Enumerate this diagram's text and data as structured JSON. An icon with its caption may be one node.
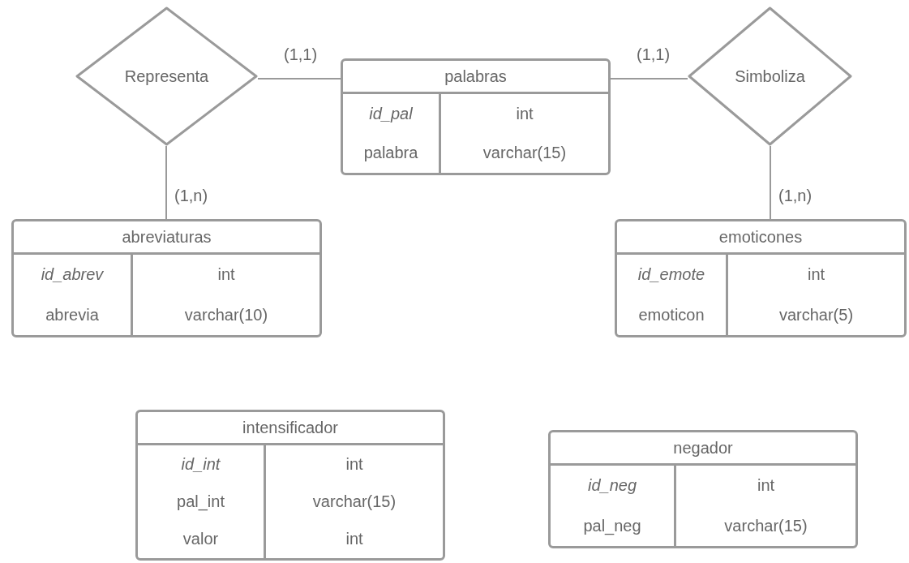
{
  "diagram": {
    "nodes": [
      {
        "text": [
          "Representa"
        ]
      },
      {
        "text": [
          "palabras",
          "id_pal",
          "int",
          "palabra",
          "varchar(15)"
        ]
      },
      {
        "text": [
          "Simboliza"
        ]
      },
      {
        "text": [
          "abreviaturas",
          "id_abrev",
          "int",
          "abrevia",
          "varchar(10)"
        ]
      },
      {
        "text": [
          "emoticones",
          "id_emote",
          "int",
          "emoticon",
          "varchar(5)"
        ]
      },
      {
        "text": [
          "intensificador",
          "id_int",
          "int",
          "pal_int",
          "varchar(15)",
          "valor",
          "int"
        ]
      },
      {
        "text": [
          "negador",
          "id_neg",
          "int",
          "pal_neg",
          "varchar(15)"
        ]
      }
    ],
    "edges": [
      {
        "from": 0,
        "to": 1,
        "arrow": "none",
        "label": "(1,1)"
      },
      {
        "from": 1,
        "to": 2,
        "arrow": "none",
        "label": "(1,1)"
      },
      {
        "from": 0,
        "to": 3,
        "arrow": "none",
        "label": "(1,n)"
      },
      {
        "from": 2,
        "to": 4,
        "arrow": "none",
        "label": "(1,n)"
      }
    ]
  }
}
